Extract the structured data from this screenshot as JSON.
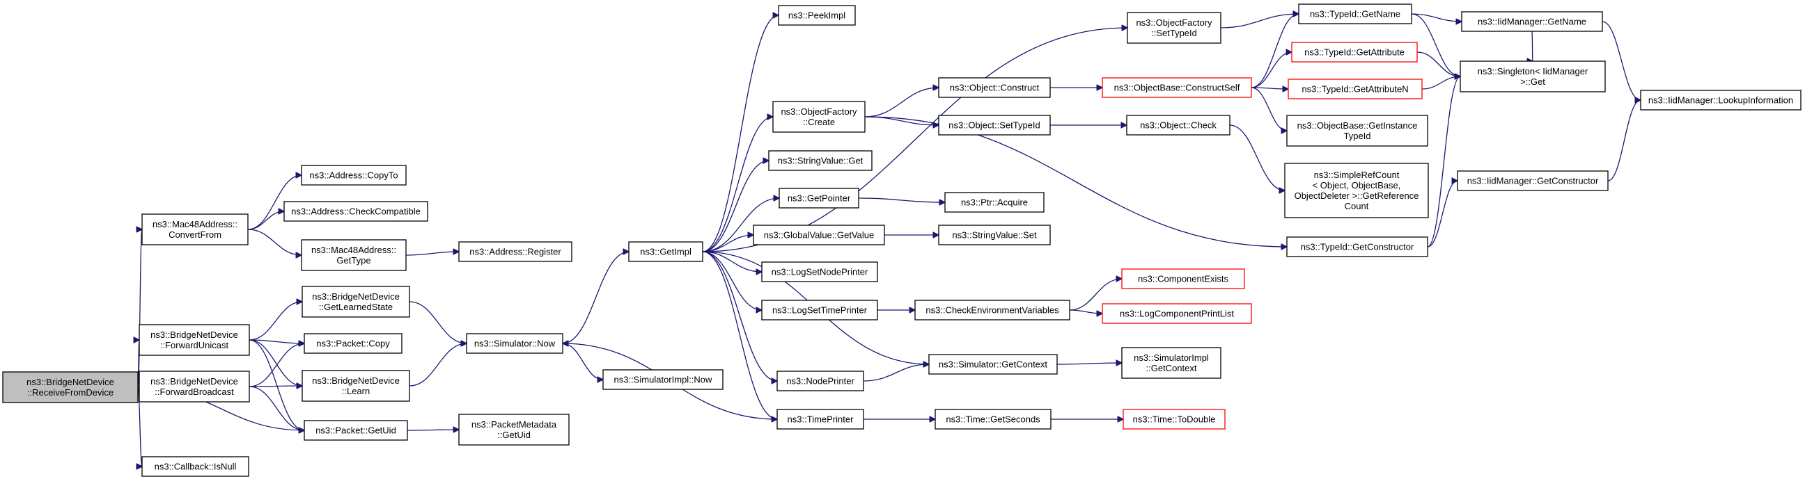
{
  "diagram": {
    "nodes": {
      "n_receive": {
        "lines": [
          "ns3::BridgeNetDevice",
          "::ReceiveFromDevice"
        ],
        "style": "root"
      },
      "n_mac_convert": {
        "lines": [
          "ns3::Mac48Address::",
          "ConvertFrom"
        ]
      },
      "n_fwd_unicast": {
        "lines": [
          "ns3::BridgeNetDevice",
          "::ForwardUnicast"
        ]
      },
      "n_fwd_broadcast": {
        "lines": [
          "ns3::BridgeNetDevice",
          "::ForwardBroadcast"
        ]
      },
      "n_callback_isnull": {
        "lines": [
          "ns3::Callback::IsNull"
        ]
      },
      "n_addr_copyto": {
        "lines": [
          "ns3::Address::CopyTo"
        ]
      },
      "n_addr_checkcompat": {
        "lines": [
          "ns3::Address::CheckCompatible"
        ]
      },
      "n_mac_gettype": {
        "lines": [
          "ns3::Mac48Address::",
          "GetType"
        ]
      },
      "n_bridge_getlearned": {
        "lines": [
          "ns3::BridgeNetDevice",
          "::GetLearnedState"
        ]
      },
      "n_packet_copy": {
        "lines": [
          "ns3::Packet::Copy"
        ]
      },
      "n_bridge_learn": {
        "lines": [
          "ns3::BridgeNetDevice",
          "::Learn"
        ]
      },
      "n_packet_getuid": {
        "lines": [
          "ns3::Packet::GetUid"
        ]
      },
      "n_addr_register": {
        "lines": [
          "ns3::Address::Register"
        ]
      },
      "n_sim_now": {
        "lines": [
          "ns3::Simulator::Now"
        ]
      },
      "n_pktmeta_getuid": {
        "lines": [
          "ns3::PacketMetadata",
          "::GetUid"
        ]
      },
      "n_simimpl_now": {
        "lines": [
          "ns3::SimulatorImpl::Now"
        ]
      },
      "n_getimpl": {
        "lines": [
          "ns3::GetImpl"
        ]
      },
      "n_peekimpl": {
        "lines": [
          "ns3::PeekImpl"
        ]
      },
      "n_objfactory_create": {
        "lines": [
          "ns3::ObjectFactory",
          "::Create"
        ]
      },
      "n_stringvalue_get": {
        "lines": [
          "ns3::StringValue::Get"
        ]
      },
      "n_getpointer": {
        "lines": [
          "ns3::GetPointer"
        ]
      },
      "n_globalvalue_getvalue": {
        "lines": [
          "ns3::GlobalValue::GetValue"
        ]
      },
      "n_logsetnodeprinter": {
        "lines": [
          "ns3::LogSetNodePrinter"
        ]
      },
      "n_logsettimeprinter": {
        "lines": [
          "ns3::LogSetTimePrinter"
        ]
      },
      "n_nodeprinter": {
        "lines": [
          "ns3::NodePrinter"
        ]
      },
      "n_timeprinter": {
        "lines": [
          "ns3::TimePrinter"
        ]
      },
      "n_objfactory_settypeid": {
        "lines": [
          "ns3::ObjectFactory",
          "::SetTypeId"
        ]
      },
      "n_object_construct": {
        "lines": [
          "ns3::Object::Construct"
        ]
      },
      "n_object_settypeid": {
        "lines": [
          "ns3::Object::SetTypeId"
        ]
      },
      "n_ptr_acquire": {
        "lines": [
          "ns3::Ptr::Acquire"
        ]
      },
      "n_stringvalue_set": {
        "lines": [
          "ns3::StringValue::Set"
        ]
      },
      "n_checkenvvars": {
        "lines": [
          "ns3::CheckEnvironmentVariables"
        ]
      },
      "n_sim_getcontext": {
        "lines": [
          "ns3::Simulator::GetContext"
        ]
      },
      "n_time_getseconds": {
        "lines": [
          "ns3::Time::GetSeconds"
        ]
      },
      "n_objbase_constructself": {
        "lines": [
          "ns3::ObjectBase::ConstructSelf"
        ],
        "style": "red"
      },
      "n_object_check": {
        "lines": [
          "ns3::Object::Check"
        ]
      },
      "n_componentexists": {
        "lines": [
          "ns3::ComponentExists"
        ],
        "style": "red"
      },
      "n_logcomponentprintlist": {
        "lines": [
          "ns3::LogComponentPrintList"
        ],
        "style": "red"
      },
      "n_simimpl_getcontext": {
        "lines": [
          "ns3::SimulatorImpl",
          "::GetContext"
        ]
      },
      "n_time_todouble": {
        "lines": [
          "ns3::Time::ToDouble"
        ],
        "style": "red"
      },
      "n_typeid_getname": {
        "lines": [
          "ns3::TypeId::GetName"
        ]
      },
      "n_typeid_getattribute": {
        "lines": [
          "ns3::TypeId::GetAttribute"
        ],
        "style": "red"
      },
      "n_typeid_getattributen": {
        "lines": [
          "ns3::TypeId::GetAttributeN"
        ],
        "style": "red"
      },
      "n_objbase_getinstancetypeid": {
        "lines": [
          "ns3::ObjectBase::GetInstance",
          "TypeId"
        ]
      },
      "n_simplerefcount": {
        "lines": [
          "ns3::SimpleRefCount",
          "< Object, ObjectBase,",
          "ObjectDeleter >::GetReference",
          "Count"
        ]
      },
      "n_typeid_getconstructor": {
        "lines": [
          "ns3::TypeId::GetConstructor"
        ]
      },
      "n_iidmgr_getname": {
        "lines": [
          "ns3::IidManager::GetName"
        ]
      },
      "n_singleton_get": {
        "lines": [
          "ns3::Singleton< IidManager",
          ">::Get"
        ]
      },
      "n_iidmgr_getconstructor": {
        "lines": [
          "ns3::IidManager::GetConstructor"
        ]
      },
      "n_iidmgr_lookupinfo": {
        "lines": [
          "ns3::IidManager::LookupInformation"
        ]
      }
    }
  }
}
